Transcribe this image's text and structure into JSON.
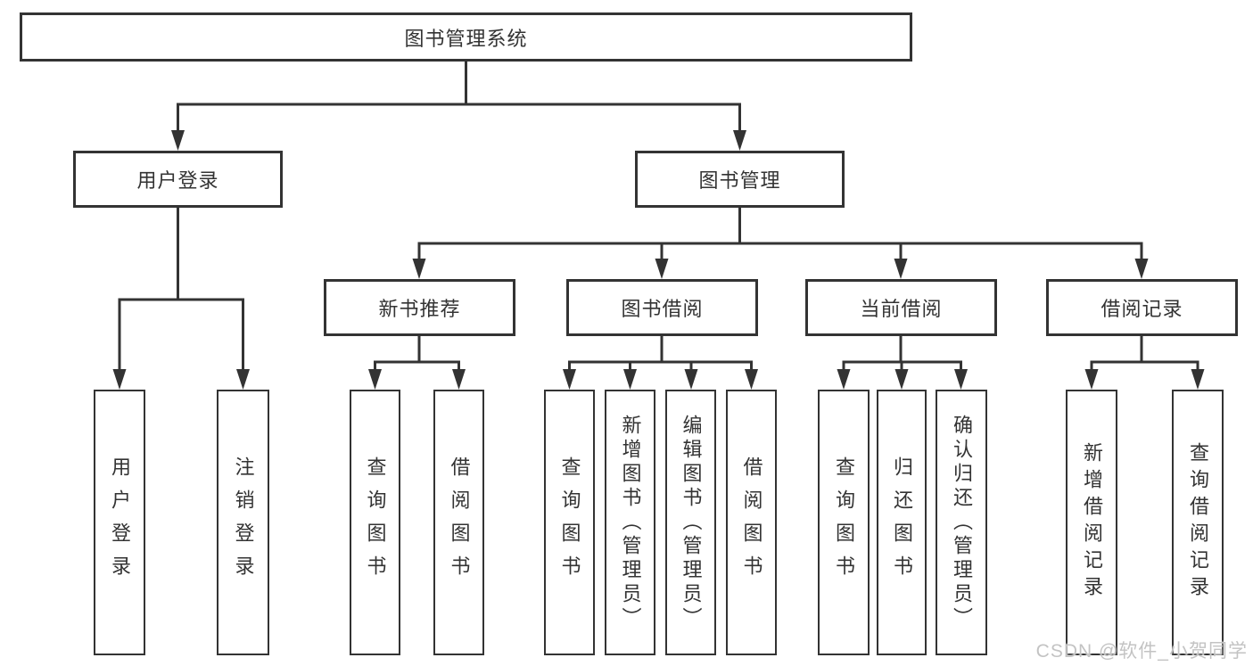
{
  "root": {
    "label": "图书管理系统"
  },
  "level2": [
    {
      "id": "user-login",
      "label": "用户登录"
    },
    {
      "id": "book-management",
      "label": "图书管理"
    }
  ],
  "level3": [
    {
      "id": "new-book-recommend",
      "label": "新书推荐"
    },
    {
      "id": "book-borrow",
      "label": "图书借阅"
    },
    {
      "id": "current-borrow",
      "label": "当前借阅"
    },
    {
      "id": "borrow-record",
      "label": "借阅记录"
    }
  ],
  "leaves": [
    {
      "id": "user-login-leaf",
      "label": "用户登录"
    },
    {
      "id": "logout-leaf",
      "label": "注销登录"
    },
    {
      "id": "recommend-query-books",
      "label": "查询图书"
    },
    {
      "id": "recommend-borrow-books",
      "label": "借阅图书"
    },
    {
      "id": "borrow-query-books",
      "label": "查询图书"
    },
    {
      "id": "borrow-add-books-admin",
      "label": "新增图书（管理员）"
    },
    {
      "id": "borrow-edit-books-admin",
      "label": "编辑图书（管理员）"
    },
    {
      "id": "borrow-borrow-books",
      "label": "借阅图书"
    },
    {
      "id": "current-query-books",
      "label": "查询图书"
    },
    {
      "id": "current-return-books",
      "label": "归还图书"
    },
    {
      "id": "current-confirm-return-admin",
      "label": "确认归还（管理员）"
    },
    {
      "id": "record-add-borrow-record",
      "label": "新增借阅记录"
    },
    {
      "id": "record-query-borrow-record",
      "label": "查询借阅记录"
    }
  ],
  "watermark": {
    "text": "CSDN @软件_小贺同学"
  },
  "colors": {
    "line": "#333333",
    "border": "#333333",
    "text": "#333333",
    "watermark": "#c3c3c3",
    "background": "#ffffff"
  }
}
